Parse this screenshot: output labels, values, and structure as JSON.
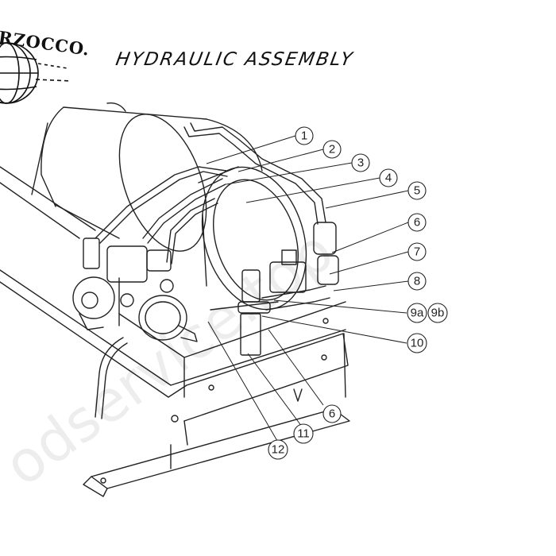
{
  "header": {
    "brand_text": "RZOCCO.",
    "title": "HYDRAULIC ASSEMBLY"
  },
  "watermark_text": "odservice.top",
  "callouts": [
    {
      "id": "c1",
      "label": "1"
    },
    {
      "id": "c2",
      "label": "2"
    },
    {
      "id": "c3",
      "label": "3"
    },
    {
      "id": "c4",
      "label": "4"
    },
    {
      "id": "c5",
      "label": "5"
    },
    {
      "id": "c6",
      "label": "6"
    },
    {
      "id": "c7",
      "label": "7"
    },
    {
      "id": "c8",
      "label": "8"
    },
    {
      "id": "c9a",
      "label": "9a"
    },
    {
      "id": "c9b",
      "label": "9b"
    },
    {
      "id": "c10",
      "label": "10"
    },
    {
      "id": "c6b",
      "label": "6"
    },
    {
      "id": "c11",
      "label": "11"
    },
    {
      "id": "c12",
      "label": "12"
    }
  ],
  "colors": {
    "line": "#222222",
    "bg": "#ffffff"
  }
}
